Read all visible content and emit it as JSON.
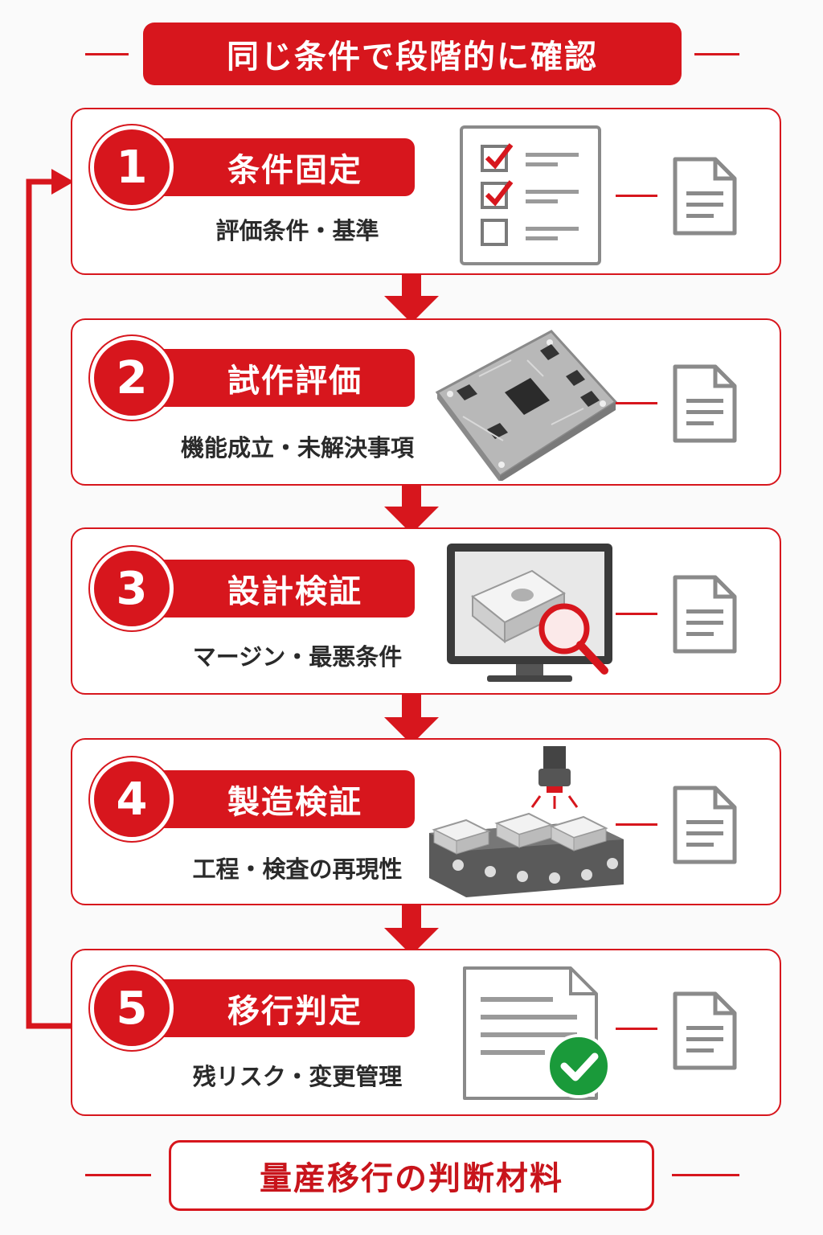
{
  "header": {
    "title": "同じ条件で段階的に確認"
  },
  "steps": [
    {
      "number": "1",
      "label": "条件固定",
      "desc": "評価条件・基準",
      "illustration": "checklist-icon"
    },
    {
      "number": "2",
      "label": "試作評価",
      "desc": "機能成立・未解決事項",
      "illustration": "circuit-board-icon"
    },
    {
      "number": "3",
      "label": "設計検証",
      "desc": "マージン・最悪条件",
      "illustration": "monitor-inspection-icon"
    },
    {
      "number": "4",
      "label": "製造検証",
      "desc": "工程・検査の再現性",
      "illustration": "conveyor-inspection-icon"
    },
    {
      "number": "5",
      "label": "移行判定",
      "desc": "残リスク・変更管理",
      "illustration": "approved-report-icon"
    }
  ],
  "footer": {
    "label": "量産移行の判断材料"
  },
  "colors": {
    "accent": "#d7161d",
    "text": "#2a2a2a",
    "icon_gray": "#8a8a8a",
    "approve_green": "#1a9a3a"
  }
}
